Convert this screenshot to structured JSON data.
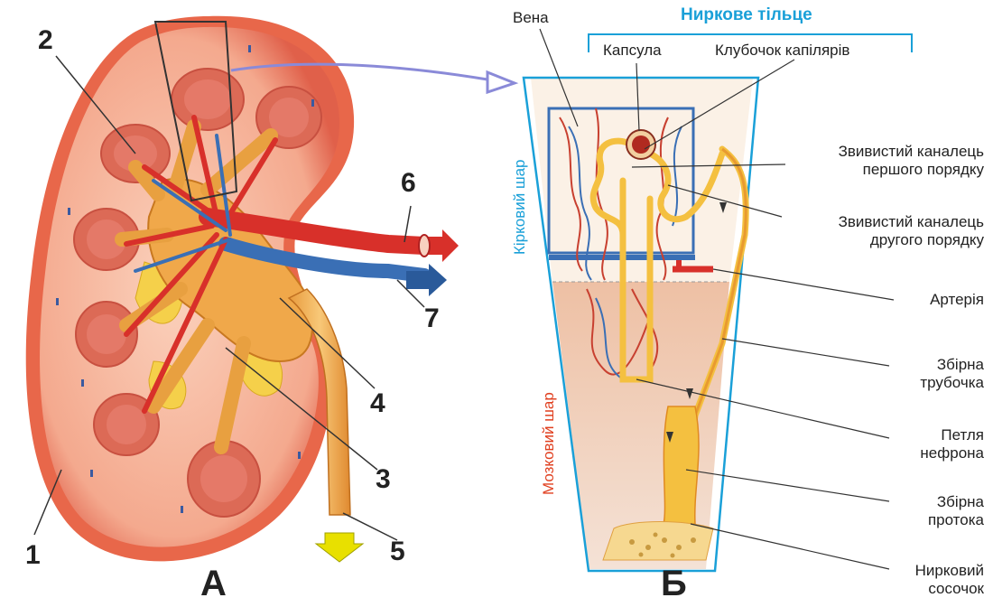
{
  "panel_a": {
    "letter": "А",
    "numbers": [
      "1",
      "2",
      "3",
      "4",
      "5",
      "6",
      "7"
    ]
  },
  "panel_b": {
    "letter": "Б",
    "top_title": "Ниркове тільце",
    "vena": "Вена",
    "capsule": "Капсула",
    "glomerulus": "Клубочок капілярів",
    "cortex": "Кірковий шар",
    "medulla": "Мозковий шар",
    "labels": {
      "tubule1_line1": "Звивистий каналець",
      "tubule1_line2": "першого порядку",
      "tubule2_line1": "Звивистий каналець",
      "tubule2_line2": "другого порядку",
      "artery": "Артерія",
      "collecting_tube_line1": "Збірна",
      "collecting_tube_line2": "трубочка",
      "loop_line1": "Петля",
      "loop_line2": "нефрона",
      "duct_line1": "Збірна",
      "duct_line2": "протока",
      "papilla_line1": "Нирковий",
      "papilla_line2": "сосочок"
    }
  },
  "colors": {
    "kidney_outer": "#e8674a",
    "kidney_cortex": "#f6b9a0",
    "pyramid": "#e0705a",
    "pelvis": "#f0a84a",
    "fat": "#f5d04a",
    "artery": "#d8302a",
    "vein": "#3a6fb5",
    "frame_blue": "#1aa0d8",
    "medulla_bg": "#efcab0",
    "cortex_bg": "#fbf1e6",
    "tubule": "#f4c040",
    "arrow_yellow": "#e8e000",
    "label_red": "#e04020"
  }
}
